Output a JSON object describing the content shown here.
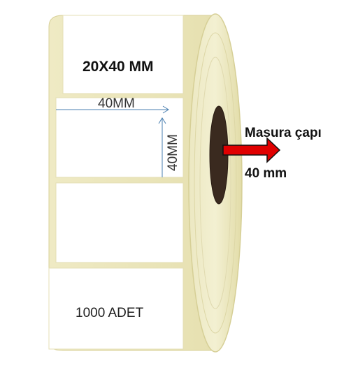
{
  "roll": {
    "size_label": "20X40 MM",
    "width_label": "40MM",
    "height_label": "40MM",
    "quantity_label": "1000 ADET"
  },
  "core": {
    "title": "Masura çapı",
    "diameter": "40 mm"
  },
  "colors": {
    "roll_outer": "#e8e3b4",
    "roll_edge": "#d9d29a",
    "label_paper": "#ffffff",
    "core_hole": "#3a2a1f",
    "arrow_fill": "#e00000",
    "dimension_arrow": "#4a7fb0"
  }
}
